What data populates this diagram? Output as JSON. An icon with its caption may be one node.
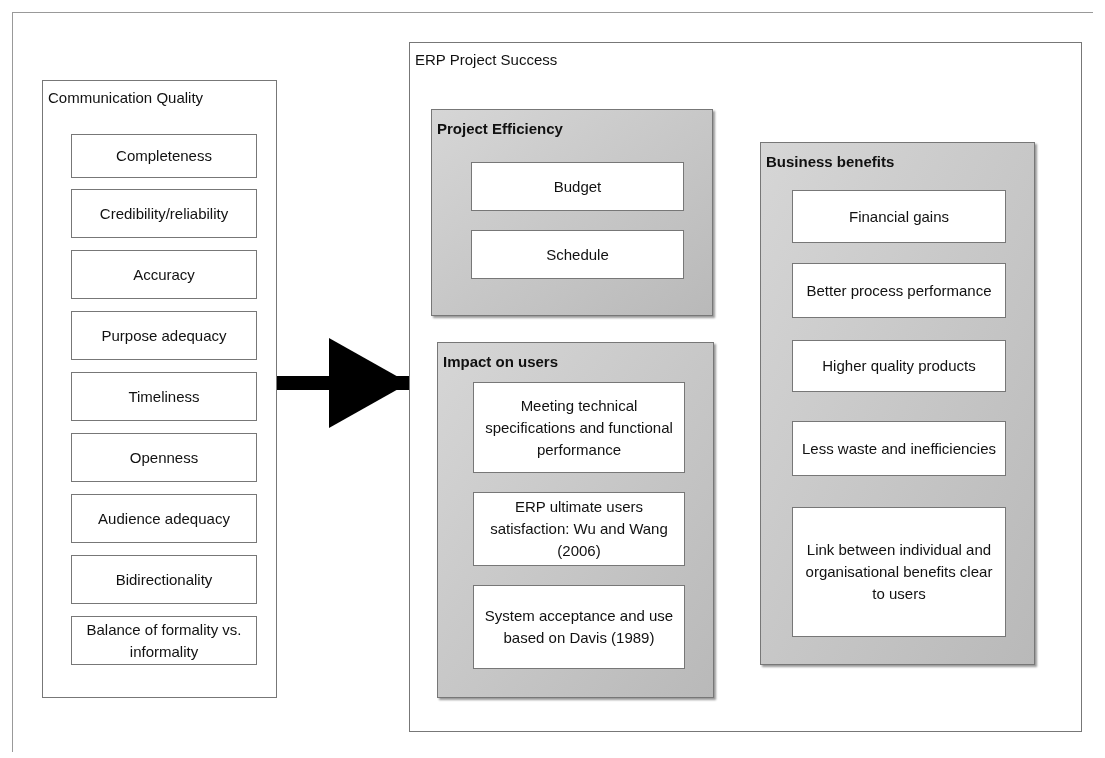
{
  "diagram": {
    "nodes": [
      {
        "text": [
          "Communication Quality"
        ]
      },
      {
        "text": [
          "Completeness"
        ],
        "in": 0
      },
      {
        "text": [
          "Credibility/reliability"
        ],
        "in": 0
      },
      {
        "text": [
          "Accuracy"
        ],
        "in": 0
      },
      {
        "text": [
          "Purpose adequacy"
        ],
        "in": 0
      },
      {
        "text": [
          "Timeliness"
        ],
        "in": 0
      },
      {
        "text": [
          "Openness"
        ],
        "in": 0
      },
      {
        "text": [
          "Audience adequacy"
        ],
        "in": 0
      },
      {
        "text": [
          "Bidirectionality"
        ],
        "in": 0
      },
      {
        "text": [
          "Balance of formality vs. informality"
        ],
        "in": 0
      },
      {
        "text": [
          "ERP Project Success"
        ]
      },
      {
        "text": [
          "Project Efficiency"
        ],
        "in": 10
      },
      {
        "text": [
          "Budget"
        ],
        "in": 11
      },
      {
        "text": [
          "Schedule"
        ],
        "in": 11
      },
      {
        "text": [
          "Impact on users"
        ],
        "in": 10
      },
      {
        "text": [
          "Meeting technical specifications and functional performance"
        ],
        "in": 14
      },
      {
        "text": [
          "ERP ultimate users satisfaction: Wu and Wang (2006)"
        ],
        "in": 14
      },
      {
        "text": [
          "System acceptance and use based on Davis (1989)"
        ],
        "in": 14
      },
      {
        "text": [
          "Business benefits"
        ],
        "in": 10
      },
      {
        "text": [
          "Financial gains"
        ],
        "in": 18
      },
      {
        "text": [
          "Better process performance"
        ],
        "in": 18
      },
      {
        "text": [
          "Higher quality products"
        ],
        "in": 18
      },
      {
        "text": [
          "Less waste and inefficiencies"
        ],
        "in": 18
      },
      {
        "text": [
          "Link between individual and organisational benefits clear to users"
        ],
        "in": 18
      }
    ],
    "edges": [
      {
        "from": 0,
        "to": 10,
        "arrow": "to"
      }
    ]
  }
}
